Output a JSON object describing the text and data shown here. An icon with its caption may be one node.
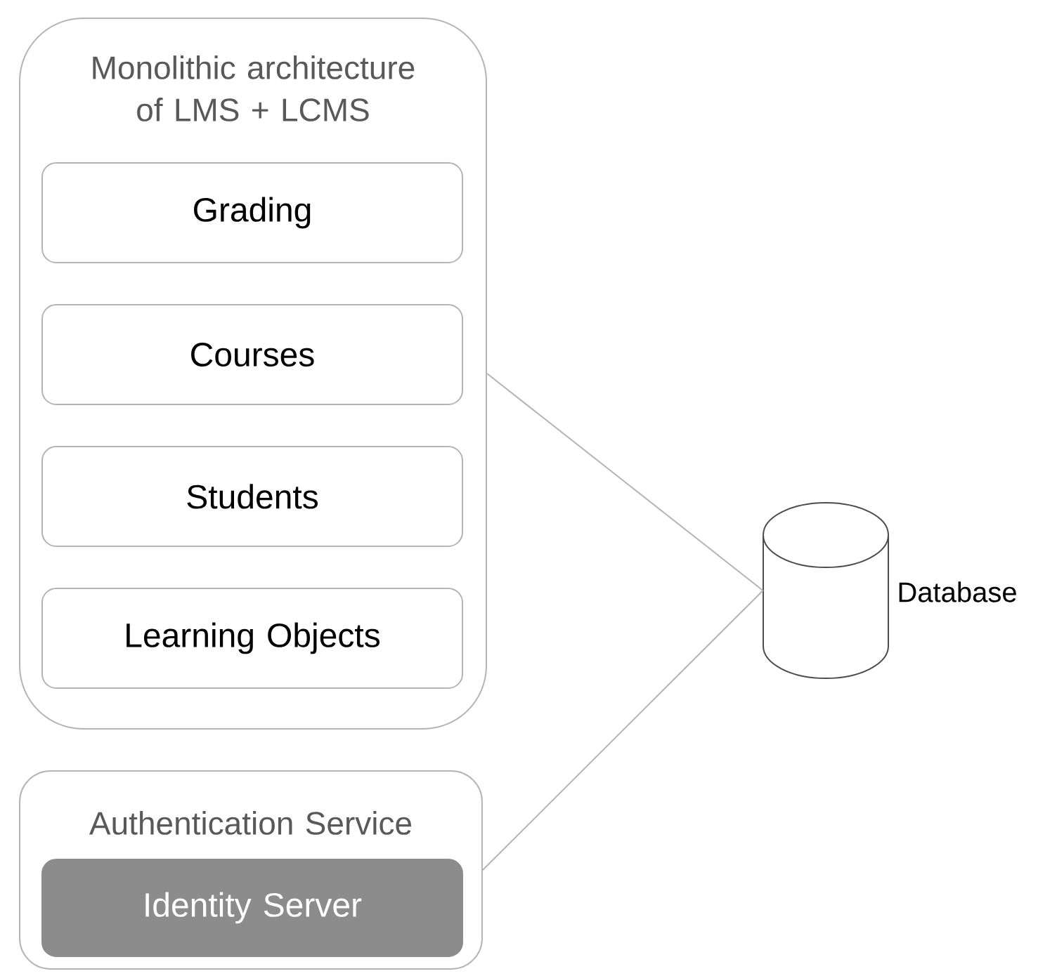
{
  "diagram": {
    "nodes": [
      {
        "text": [
          "Monolithic architecture of LMS + LCMS"
        ]
      },
      {
        "text": [
          "Grading"
        ],
        "in": 0
      },
      {
        "text": [
          "Courses"
        ],
        "in": 0
      },
      {
        "text": [
          "Students"
        ],
        "in": 0
      },
      {
        "text": [
          "Learning Objects"
        ],
        "in": 0
      },
      {
        "text": [
          "Authentication Service"
        ]
      },
      {
        "text": [
          "Identity Server"
        ],
        "in": 5
      },
      {
        "text": [
          "Database"
        ]
      }
    ],
    "edges": [
      {
        "from": 0,
        "to": 7,
        "arrow": "none"
      },
      {
        "from": 5,
        "to": 7,
        "arrow": "none"
      }
    ]
  }
}
